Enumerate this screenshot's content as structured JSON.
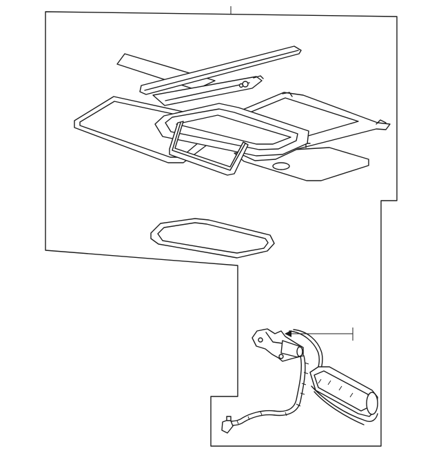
{
  "diagram": {
    "background_color": "#ffffff",
    "panel_fill": "#f4f4f4",
    "line_color": "#1a1a1a",
    "parts": [
      {
        "id": "deflector-bar",
        "icon": "long-strip"
      },
      {
        "id": "guide-rail",
        "icon": "rail-with-clip"
      },
      {
        "id": "glass-panel",
        "icon": "rounded-panel"
      },
      {
        "id": "sunroof-frame",
        "icon": "frame-with-opening"
      },
      {
        "id": "handle-bracket",
        "icon": "u-shaped-bracket"
      },
      {
        "id": "sunshade",
        "icon": "flat-shade-panel"
      },
      {
        "id": "seal-gasket",
        "icon": "rounded-ring"
      },
      {
        "id": "motor-assembly",
        "icon": "motor-with-harness"
      }
    ]
  }
}
